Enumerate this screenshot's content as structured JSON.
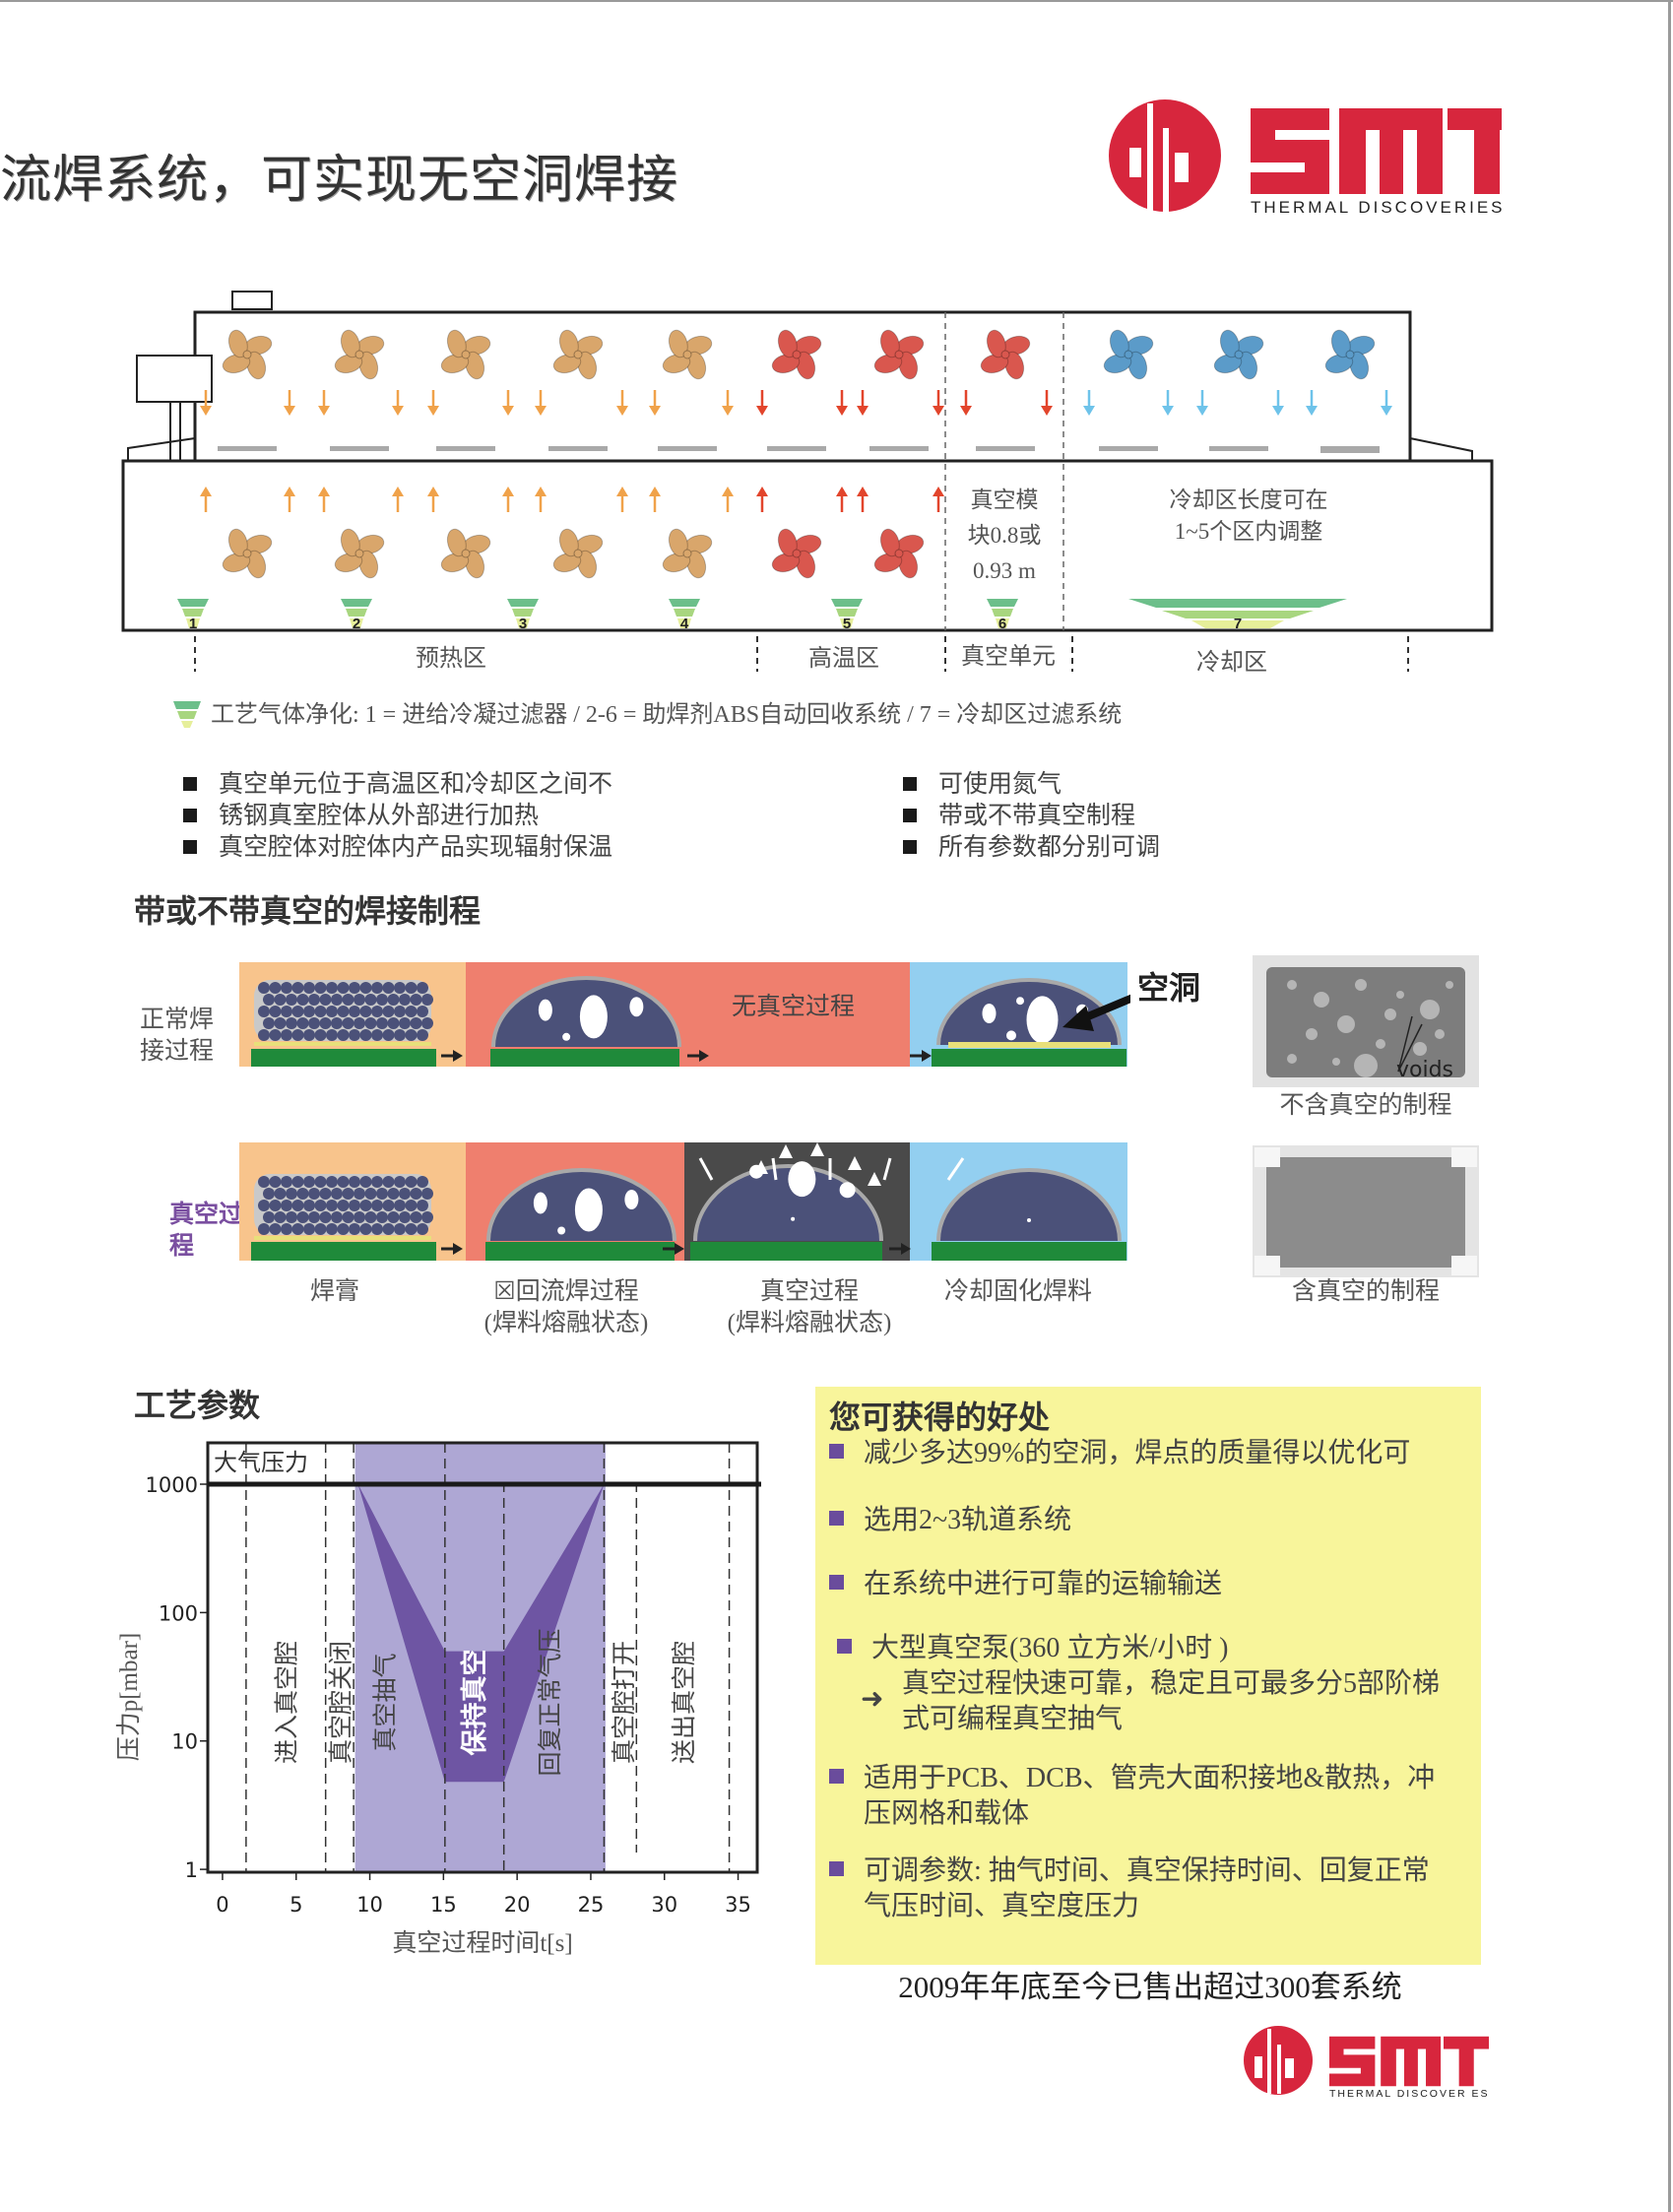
{
  "page": {
    "title": "流焊系统，可实现无空洞焊接",
    "colors": {
      "brand_red": "#d7263d",
      "fan_preheat": "#d9a66b",
      "fan_peak": "#d9574e",
      "fan_cooling": "#5b9bc9",
      "benefit_bg": "#f8f59b",
      "bullet_purple": "#6a4c9c"
    }
  },
  "logo": {
    "brand": "SMT",
    "tagline": "THERMAL DISCOVERIES"
  },
  "footer_logo": {
    "brand": "SMT",
    "tagline": "THERMAL DISCOVER ES"
  },
  "oven": {
    "vacuum_module_note": [
      "真空模",
      "块0.8或",
      "0.93 m"
    ],
    "cooling_note": [
      "冷却区长度可在",
      "1~5个区内调整"
    ],
    "filter_numbers": [
      "1",
      "2",
      "3",
      "4",
      "5",
      "6",
      "7"
    ],
    "zones": [
      "预热区",
      "高温区",
      "真空单元",
      "冷却区"
    ],
    "legend": "工艺气体净化: 1 = 进给冷凝过滤器 / 2-6 = 助焊剂ABS自动回收系统 / 7 = 冷却区过滤系统"
  },
  "features": {
    "left": [
      "真空单元位于高温区和冷却区之间不",
      "锈钢真室腔体从外部进行加热",
      "真空腔体对腔体内产品实现辐射保温"
    ],
    "right": [
      "可使用氮气",
      "带或不带真空制程",
      "所有参数都分别可调"
    ]
  },
  "process": {
    "heading": "带或不带真空的焊接制程",
    "row_normal_label": "正常焊接过程",
    "row_vacuum_label": "真空过程",
    "no_vacuum_text": "无真空过程",
    "void_label": "空洞",
    "voids_label": "voids",
    "xray_without_caption": "不含真空的制程",
    "xray_with_caption": "含真空的制程",
    "steps": [
      {
        "line1": "焊膏",
        "line2": ""
      },
      {
        "line1": "☒回流焊过程",
        "line2": "(焊料熔融状态)"
      },
      {
        "line1": "真空过程",
        "line2": "(焊料熔融状态)"
      },
      {
        "line1": "冷却固化焊料",
        "line2": ""
      }
    ]
  },
  "params": {
    "heading": "工艺参数"
  },
  "chart_data": {
    "type": "area",
    "xlabel": "真空过程时间t[s]",
    "ylabel": "压力p[mbar]",
    "y_scale": "log",
    "x_ticks": [
      0,
      5,
      10,
      15,
      20,
      25,
      30,
      35
    ],
    "y_ticks": [
      1,
      10,
      100,
      1000
    ],
    "y_tick_labels": [
      "1",
      "10",
      "100",
      "1000"
    ],
    "xlim": [
      -1,
      36.3
    ],
    "ylim": [
      0.95,
      2100
    ],
    "atmosphere_label": "大气压力",
    "atmosphere_value": 1000,
    "vacuum_band": [
      9,
      26
    ],
    "pressure_envelope": [
      [
        9.2,
        1000
      ],
      [
        15.1,
        4.8
      ],
      [
        19.1,
        4.8
      ],
      [
        25.9,
        1000
      ],
      [
        19.1,
        50
      ],
      [
        15.1,
        50
      ]
    ],
    "phase_boundaries": [
      1.6,
      7.0,
      8.9,
      15.1,
      19.1,
      25.9,
      28.1,
      34.4
    ],
    "phases": [
      {
        "label": "进入真空腔",
        "t": 4.3
      },
      {
        "label": "真空腔关闭",
        "t": 8.0
      },
      {
        "label": "真空抽气",
        "t": 11.0
      },
      {
        "label": "保持真空",
        "t": 17.1
      },
      {
        "label": "回复正常气压",
        "t": 22.2
      },
      {
        "label": "真空腔打开",
        "t": 27.2
      },
      {
        "label": "送出真空腔",
        "t": 31.3
      }
    ],
    "colors": {
      "band": "#aea7d4",
      "envelope": "#6e55a3",
      "atm_line": "#1a1a1a"
    }
  },
  "benefits": {
    "heading": "您可获得的好处",
    "items": [
      {
        "text": "减少多达99%的空洞，焊点的质量得以优化可",
        "sub": ""
      },
      {
        "text": "选用2~3轨道系统",
        "sub": ""
      },
      {
        "text": "在系统中进行可靠的运输输送",
        "sub": ""
      },
      {
        "text": "大型真空泵(360 立方米/小时  )",
        "sub": "真空过程快速可靠，稳定且可最多分5部阶梯式可编程真空抽气"
      },
      {
        "text": "适用于PCB、DCB、管壳大面积接地&散热，冲压网格和载体",
        "sub": ""
      },
      {
        "text": "可调参数: 抽气时间、真空保持时间、回复正常气压时间、真空度压力",
        "sub": ""
      }
    ]
  },
  "footer": {
    "sales_note": "2009年年底至今已售出超过300套系统"
  }
}
